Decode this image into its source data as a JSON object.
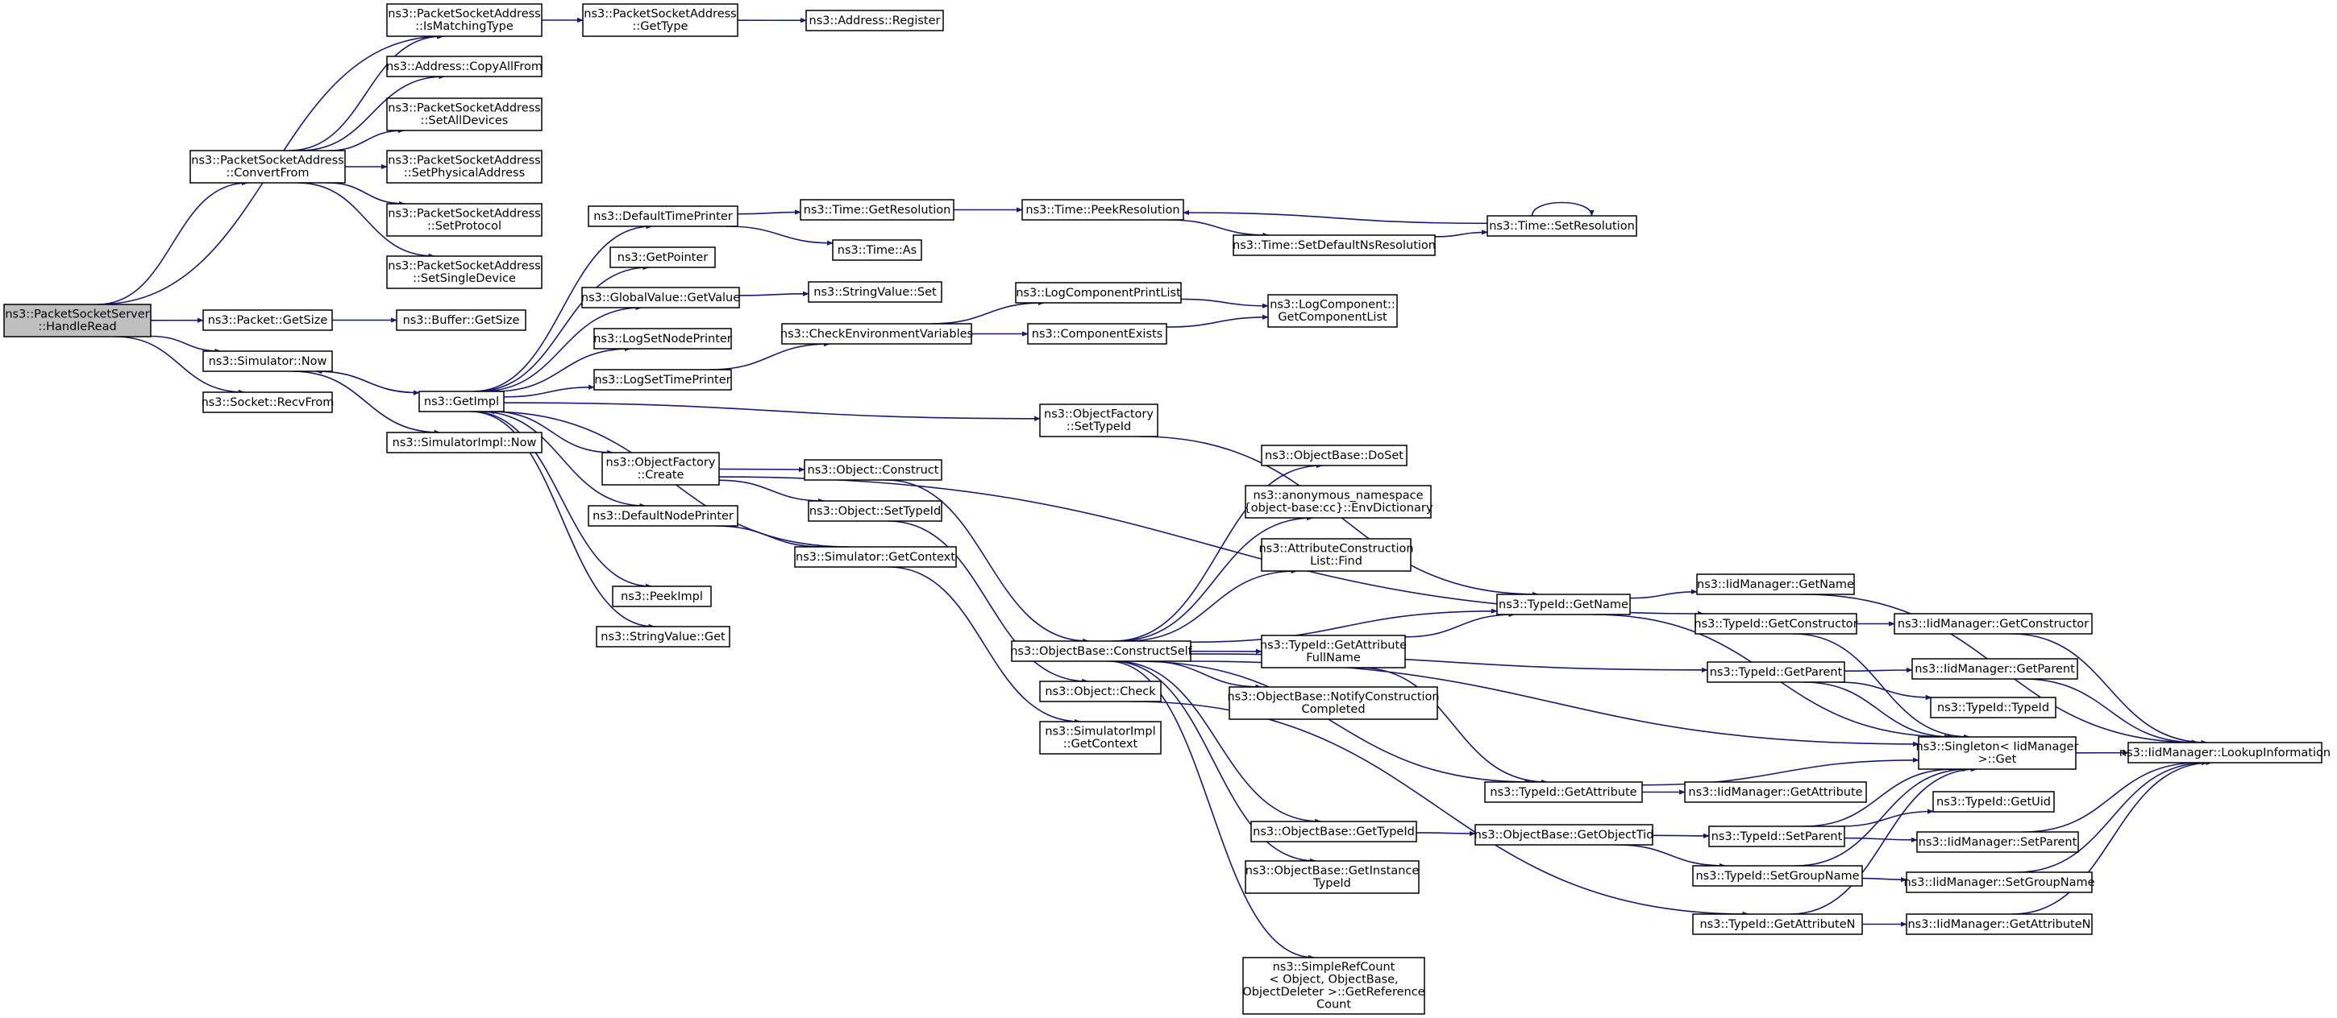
{
  "graph": {
    "edge_color": "#191970",
    "root_fill": "#bfbfbf",
    "nodes": [
      {
        "id": "root",
        "lines": [
          "ns3::PacketSocketServer",
          "::HandleRead"
        ]
      },
      {
        "id": "psa_ismatch",
        "lines": [
          "ns3::PacketSocketAddress",
          "::IsMatchingType"
        ]
      },
      {
        "id": "psa_gettype",
        "lines": [
          "ns3::PacketSocketAddress",
          "::GetType"
        ]
      },
      {
        "id": "addr_register",
        "lines": [
          "ns3::Address::Register"
        ]
      },
      {
        "id": "addr_copyall",
        "lines": [
          "ns3::Address::CopyAllFrom"
        ]
      },
      {
        "id": "psa_setall",
        "lines": [
          "ns3::PacketSocketAddress",
          "::SetAllDevices"
        ]
      },
      {
        "id": "psa_convert",
        "lines": [
          "ns3::PacketSocketAddress",
          "::ConvertFrom"
        ]
      },
      {
        "id": "psa_setphys",
        "lines": [
          "ns3::PacketSocketAddress",
          "::SetPhysicalAddress"
        ]
      },
      {
        "id": "psa_setproto",
        "lines": [
          "ns3::PacketSocketAddress",
          "::SetProtocol"
        ]
      },
      {
        "id": "psa_setsingle",
        "lines": [
          "ns3::PacketSocketAddress",
          "::SetSingleDevice"
        ]
      },
      {
        "id": "packet_getsize",
        "lines": [
          "ns3::Packet::GetSize"
        ]
      },
      {
        "id": "buffer_getsize",
        "lines": [
          "ns3::Buffer::GetSize"
        ]
      },
      {
        "id": "sim_now",
        "lines": [
          "ns3::Simulator::Now"
        ]
      },
      {
        "id": "socket_recv",
        "lines": [
          "ns3::Socket::RecvFrom"
        ]
      },
      {
        "id": "simimpl_now",
        "lines": [
          "ns3::SimulatorImpl::Now"
        ]
      },
      {
        "id": "getimpl",
        "lines": [
          "ns3::GetImpl"
        ]
      },
      {
        "id": "def_time_printer",
        "lines": [
          "ns3::DefaultTimePrinter"
        ]
      },
      {
        "id": "getpointer",
        "lines": [
          "ns3::GetPointer"
        ]
      },
      {
        "id": "gv_getvalue",
        "lines": [
          "ns3::GlobalValue::GetValue"
        ]
      },
      {
        "id": "log_set_node",
        "lines": [
          "ns3::LogSetNodePrinter"
        ]
      },
      {
        "id": "log_set_time",
        "lines": [
          "ns3::LogSetTimePrinter"
        ]
      },
      {
        "id": "of_create",
        "lines": [
          "ns3::ObjectFactory",
          "::Create"
        ]
      },
      {
        "id": "def_node_printer",
        "lines": [
          "ns3::DefaultNodePrinter"
        ]
      },
      {
        "id": "peekimpl",
        "lines": [
          "ns3::PeekImpl"
        ]
      },
      {
        "id": "sv_get",
        "lines": [
          "ns3::StringValue::Get"
        ]
      },
      {
        "id": "time_getres",
        "lines": [
          "ns3::Time::GetResolution"
        ]
      },
      {
        "id": "time_as",
        "lines": [
          "ns3::Time::As"
        ]
      },
      {
        "id": "sv_set",
        "lines": [
          "ns3::StringValue::Set"
        ]
      },
      {
        "id": "check_env",
        "lines": [
          "ns3::CheckEnvironmentVariables"
        ]
      },
      {
        "id": "obj_construct",
        "lines": [
          "ns3::Object::Construct"
        ]
      },
      {
        "id": "obj_settypeid",
        "lines": [
          "ns3::Object::SetTypeId"
        ]
      },
      {
        "id": "sim_getcontext",
        "lines": [
          "ns3::Simulator::GetContext"
        ]
      },
      {
        "id": "time_peekres",
        "lines": [
          "ns3::Time::PeekResolution"
        ]
      },
      {
        "id": "time_setdefns",
        "lines": [
          "ns3::Time::SetDefaultNsResolution"
        ]
      },
      {
        "id": "time_setres",
        "lines": [
          "ns3::Time::SetResolution"
        ]
      },
      {
        "id": "log_comp_print",
        "lines": [
          "ns3::LogComponentPrintList"
        ]
      },
      {
        "id": "comp_exists",
        "lines": [
          "ns3::ComponentExists"
        ]
      },
      {
        "id": "log_comp_list",
        "lines": [
          "ns3::LogComponent::",
          "GetComponentList"
        ]
      },
      {
        "id": "of_settypeid",
        "lines": [
          "ns3::ObjectFactory",
          "::SetTypeId"
        ]
      },
      {
        "id": "ob_doset",
        "lines": [
          "ns3::ObjectBase::DoSet"
        ]
      },
      {
        "id": "anon_envdict",
        "lines": [
          "ns3::anonymous_namespace",
          "{object-base:cc}::EnvDictionary"
        ]
      },
      {
        "id": "attr_find",
        "lines": [
          "ns3::AttributeConstruction",
          "List::Find"
        ]
      },
      {
        "id": "ob_constructself",
        "lines": [
          "ns3::ObjectBase::ConstructSelf"
        ]
      },
      {
        "id": "obj_check",
        "lines": [
          "ns3::Object::Check"
        ]
      },
      {
        "id": "simimpl_getctx",
        "lines": [
          "ns3::SimulatorImpl",
          "::GetContext"
        ]
      },
      {
        "id": "tid_getattrfull",
        "lines": [
          "ns3::TypeId::GetAttribute",
          "FullName"
        ]
      },
      {
        "id": "ob_notify",
        "lines": [
          "ns3::ObjectBase::NotifyConstruction",
          "Completed"
        ]
      },
      {
        "id": "ob_gettypeid",
        "lines": [
          "ns3::ObjectBase::GetTypeId"
        ]
      },
      {
        "id": "ob_getinst",
        "lines": [
          "ns3::ObjectBase::GetInstance",
          "TypeId"
        ]
      },
      {
        "id": "srefcount",
        "lines": [
          "ns3::SimpleRefCount",
          "< Object, ObjectBase,",
          "ObjectDeleter >::GetReference",
          "Count"
        ]
      },
      {
        "id": "tid_getname",
        "lines": [
          "ns3::TypeId::GetName"
        ]
      },
      {
        "id": "tid_getattr",
        "lines": [
          "ns3::TypeId::GetAttribute"
        ]
      },
      {
        "id": "ob_getobjtid",
        "lines": [
          "ns3::ObjectBase::GetObjectTid"
        ]
      },
      {
        "id": "tid_getctor",
        "lines": [
          "ns3::TypeId::GetConstructor"
        ]
      },
      {
        "id": "tid_getparent",
        "lines": [
          "ns3::TypeId::GetParent"
        ]
      },
      {
        "id": "tid_setparent",
        "lines": [
          "ns3::TypeId::SetParent"
        ]
      },
      {
        "id": "tid_setgroup",
        "lines": [
          "ns3::TypeId::SetGroupName"
        ]
      },
      {
        "id": "tid_getattrn",
        "lines": [
          "ns3::TypeId::GetAttributeN"
        ]
      },
      {
        "id": "iid_getname",
        "lines": [
          "ns3::IidManager::GetName"
        ]
      },
      {
        "id": "iid_getctor",
        "lines": [
          "ns3::IidManager::GetConstructor"
        ]
      },
      {
        "id": "iid_getparent",
        "lines": [
          "ns3::IidManager::GetParent"
        ]
      },
      {
        "id": "tid_typeid",
        "lines": [
          "ns3::TypeId::TypeId"
        ]
      },
      {
        "id": "singleton_get",
        "lines": [
          "ns3::Singleton< IidManager",
          ">::Get"
        ]
      },
      {
        "id": "iid_getattr",
        "lines": [
          "ns3::IidManager::GetAttribute"
        ]
      },
      {
        "id": "tid_getuid",
        "lines": [
          "ns3::TypeId::GetUid"
        ]
      },
      {
        "id": "iid_setparent",
        "lines": [
          "ns3::IidManager::SetParent"
        ]
      },
      {
        "id": "iid_setgroup",
        "lines": [
          "ns3::IidManager::SetGroupName"
        ]
      },
      {
        "id": "iid_getattrn",
        "lines": [
          "ns3::IidManager::GetAttributeN"
        ]
      },
      {
        "id": "iid_lookup",
        "lines": [
          "ns3::IidManager::LookupInformation"
        ]
      }
    ]
  }
}
